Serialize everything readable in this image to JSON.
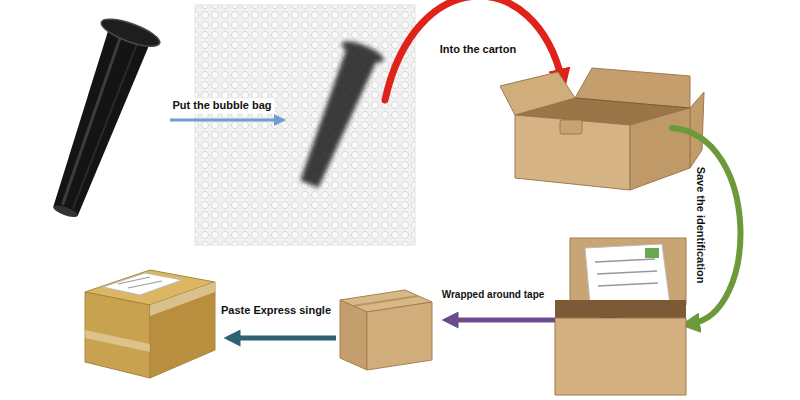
{
  "diagram": {
    "labels": [
      "Put the bubble bag",
      "Into the carton",
      "Save the identification",
      "Wrapped around tape",
      "Paste Express single"
    ]
  }
}
